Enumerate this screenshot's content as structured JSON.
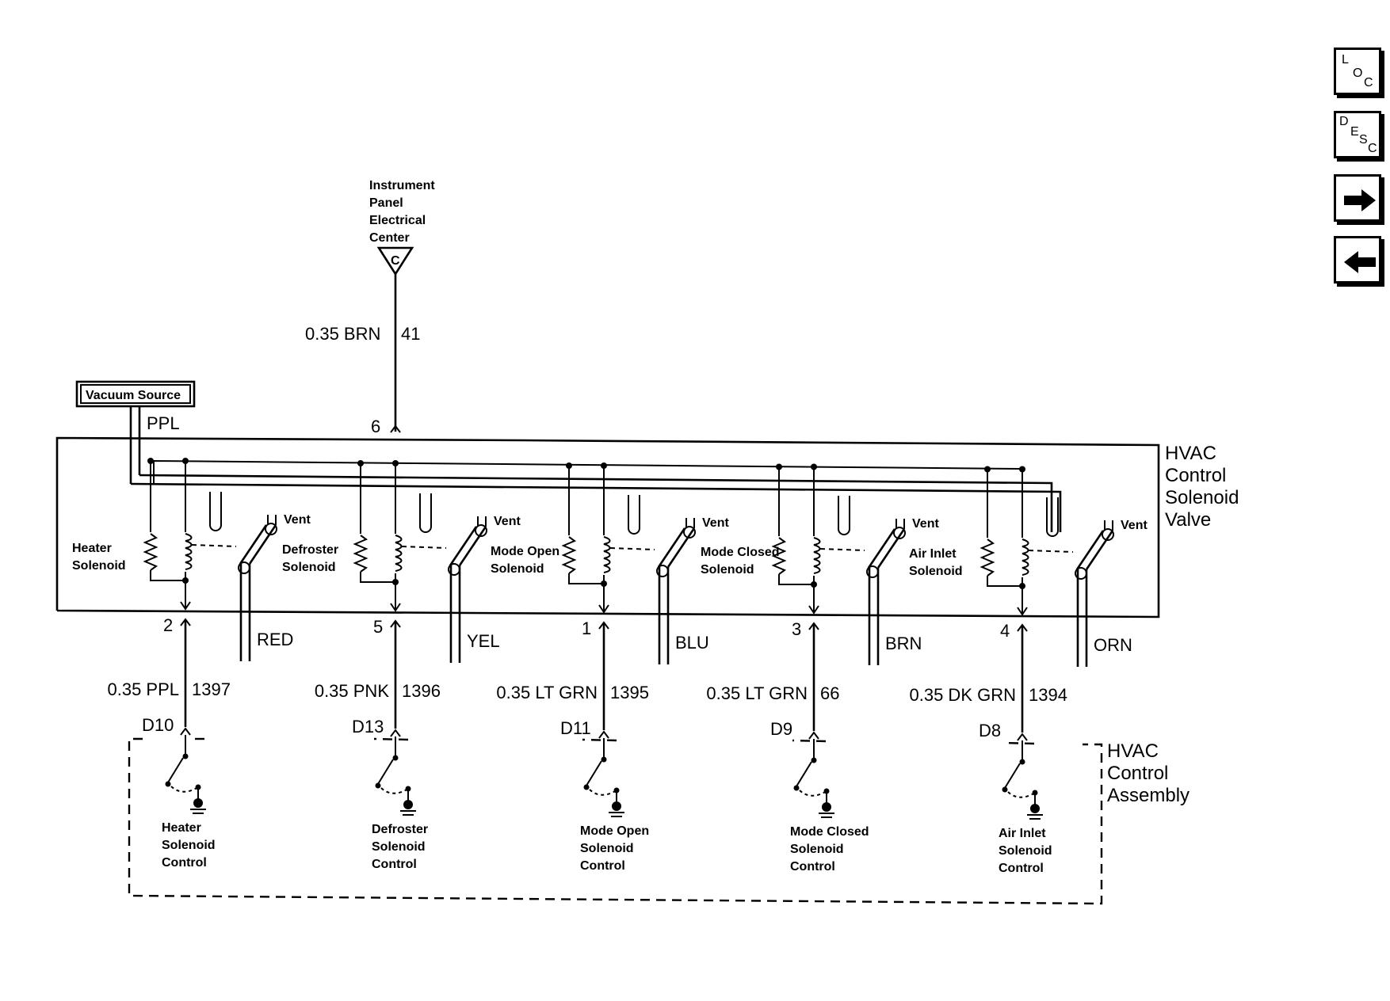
{
  "nav": {
    "loc": [
      "L",
      "O",
      "C"
    ],
    "desc": [
      "D",
      "E",
      "S",
      "C"
    ],
    "next_icon": "arrow-right-icon",
    "prev_icon": "arrow-left-icon"
  },
  "diagram": {
    "source": {
      "lines": [
        "Instrument",
        "Panel",
        "Electrical",
        "Center"
      ],
      "terminal": "C",
      "wire_gauge_color": "0.35 BRN",
      "circuit": "41",
      "pin": "6"
    },
    "vacuum_source": "Vacuum Source",
    "vacuum_hose": "PPL",
    "valve_label": [
      "HVAC",
      "Control",
      "Solenoid",
      "Valve"
    ],
    "assembly_label": [
      "HVAC",
      "Control",
      "Assembly"
    ],
    "vent_label": "Vent",
    "solenoids": [
      {
        "name": [
          "Heater",
          "Solenoid"
        ],
        "pin": "2",
        "hose": "RED",
        "wire": "0.35 PPL",
        "circuit": "1397",
        "connector": "D10",
        "control": [
          "Heater",
          "Solenoid",
          "Control"
        ]
      },
      {
        "name": [
          "Defroster",
          "Solenoid"
        ],
        "pin": "5",
        "hose": "YEL",
        "wire": "0.35 PNK",
        "circuit": "1396",
        "connector": "D13",
        "control": [
          "Defroster",
          "Solenoid",
          "Control"
        ]
      },
      {
        "name": [
          "Mode Open",
          "Solenoid"
        ],
        "pin": "1",
        "hose": "BLU",
        "wire": "0.35 LT GRN",
        "circuit": "1395",
        "connector": "D11",
        "control": [
          "Mode Open",
          "Solenoid",
          "Control"
        ]
      },
      {
        "name": [
          "Mode Closed",
          "Solenoid"
        ],
        "pin": "3",
        "hose": "BRN",
        "wire": "0.35 LT GRN",
        "circuit": "66",
        "connector": "D9",
        "control": [
          "Mode Closed",
          "Solenoid",
          "Control"
        ]
      },
      {
        "name": [
          "Air Inlet",
          "Solenoid"
        ],
        "pin": "4",
        "hose": "ORN",
        "wire": "0.35 DK GRN",
        "circuit": "1394",
        "connector": "D8",
        "control": [
          "Air Inlet",
          "Solenoid",
          "Control"
        ]
      }
    ]
  }
}
